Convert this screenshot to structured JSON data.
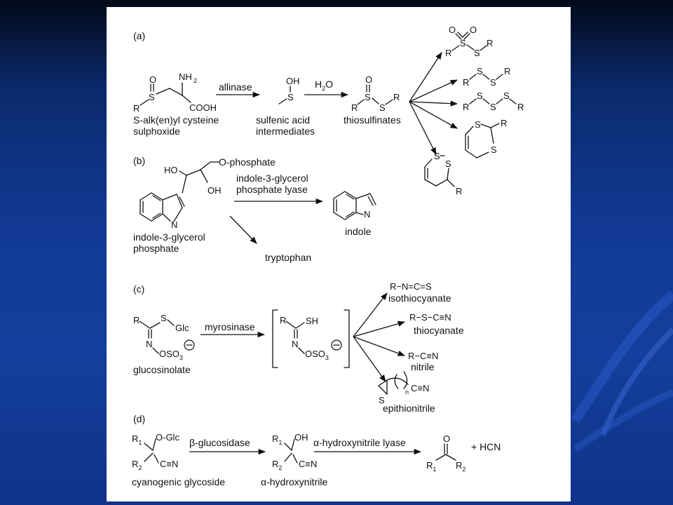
{
  "slide": {
    "background_colors": {
      "top": "#020a18",
      "main": "#143f9c",
      "accent": "#2a5ac8"
    },
    "panel_color": "#ffffff"
  },
  "panel_a": {
    "label": "(a)",
    "substrate_name_line1": "S-alk(en)yl cysteine",
    "substrate_name_line2": "sulphoxide",
    "enzyme": "allinase",
    "reagent": "H2O",
    "intermediate_line1": "sulfenic acid",
    "intermediate_line2": "intermediates",
    "product": "thiosulfinates"
  },
  "panel_b": {
    "label": "(b)",
    "substrate_line1": "indole-3-glycerol",
    "substrate_line2": "phosphate",
    "group": "O-phosphate",
    "enzyme_line1": "indole-3-glycerol",
    "enzyme_line2": "phosphate lyase",
    "product": "indole",
    "side_product": "tryptophan"
  },
  "panel_c": {
    "label": "(c)",
    "substrate": "glucosinolate",
    "enzyme": "myrosinase",
    "products": [
      "isothiocyanate",
      "thiocyanate",
      "nitrile",
      "epithionitrile"
    ],
    "formulas": [
      "R−N=C=S",
      "R−S−C≡N",
      "R−C≡N"
    ]
  },
  "panel_d": {
    "label": "(d)",
    "substrate": "cyanogenic glycoside",
    "enzyme1": "β-glucosidase",
    "intermediate": "α-hydroxynitrile",
    "enzyme2": "α-hydroxynitrile lyase",
    "byproduct": "+  HCN"
  }
}
